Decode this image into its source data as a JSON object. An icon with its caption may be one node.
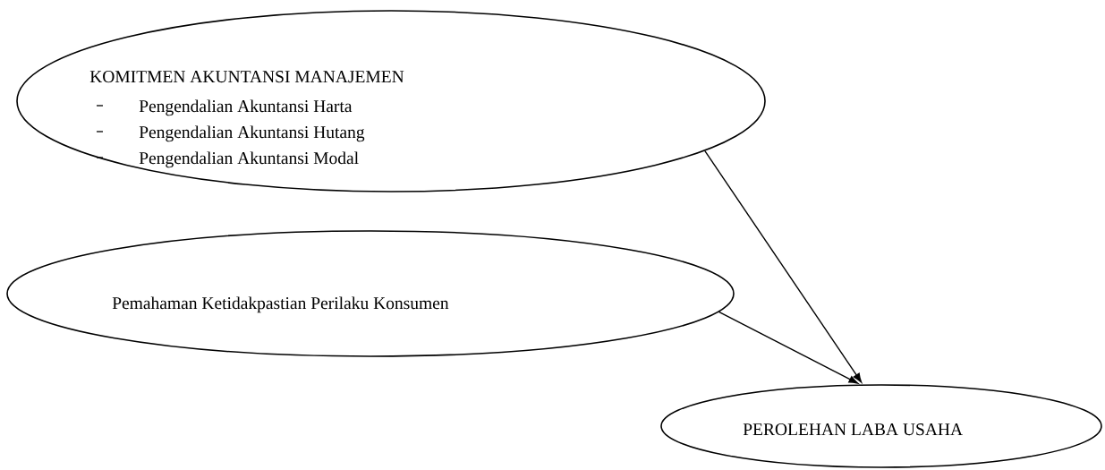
{
  "diagram": {
    "nodes": [
      {
        "text": [
          "KOMITMEN AKUNTANSI MANAJEMEN",
          "Pengendalian Akuntansi Harta",
          "Pengendalian Akuntansi Hutang",
          "Pengendalian Akuntansi Modal"
        ]
      },
      {
        "text": [
          "Pemahaman Ketidakpastian Perilaku Konsumen"
        ]
      },
      {
        "text": [
          "PEROLEHAN LABA USAHA"
        ]
      }
    ],
    "edges": [
      {
        "from": 0,
        "to": 2,
        "arrow": "to"
      },
      {
        "from": 1,
        "to": 2,
        "arrow": "to"
      }
    ]
  }
}
